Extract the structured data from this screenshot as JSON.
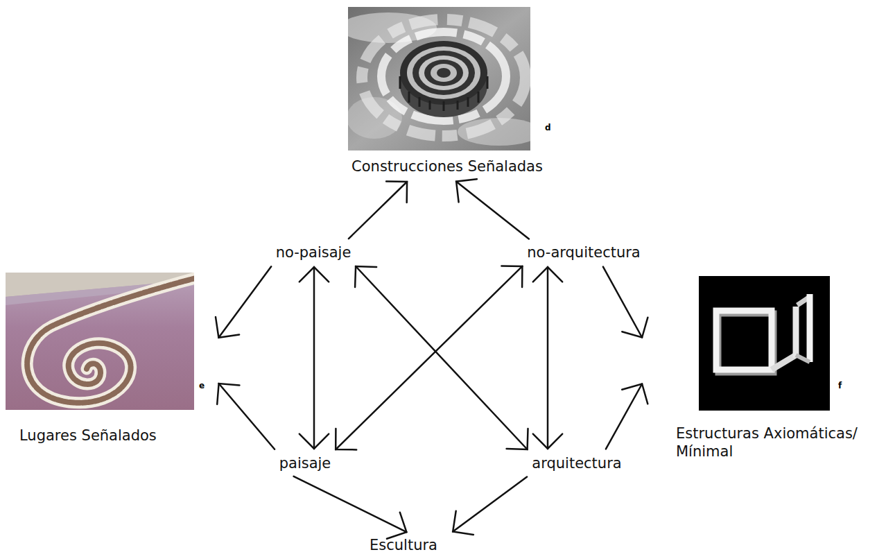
{
  "diagram": {
    "nodes": [
      {
        "text": [
          "Construcciones Señaladas"
        ]
      },
      {
        "text": [
          "no-paisaje"
        ]
      },
      {
        "text": [
          "no-arquitectura"
        ]
      },
      {
        "text": [
          "Lugares Señalados"
        ]
      },
      {
        "text": [
          "Estructuras Axiomáticas/ Mínimal"
        ]
      },
      {
        "text": [
          "paisaje"
        ]
      },
      {
        "text": [
          "arquitectura"
        ]
      },
      {
        "text": [
          "Escultura"
        ]
      }
    ],
    "edges": [
      {
        "from": 1,
        "to": 0,
        "arrow": "to"
      },
      {
        "from": 2,
        "to": 0,
        "arrow": "to"
      },
      {
        "from": 1,
        "to": 3,
        "arrow": "to"
      },
      {
        "from": 2,
        "to": 4,
        "arrow": "to"
      },
      {
        "from": 5,
        "to": 3,
        "arrow": "to"
      },
      {
        "from": 6,
        "to": 4,
        "arrow": "to"
      },
      {
        "from": 5,
        "to": 7,
        "arrow": "to"
      },
      {
        "from": 6,
        "to": 7,
        "arrow": "to"
      },
      {
        "from": 1,
        "to": 5,
        "arrow": "both"
      },
      {
        "from": 2,
        "to": 6,
        "arrow": "both"
      },
      {
        "from": 1,
        "to": 6,
        "arrow": "both"
      },
      {
        "from": 2,
        "to": 5,
        "arrow": "both"
      }
    ],
    "labels": [
      "d",
      "e",
      "f"
    ]
  }
}
